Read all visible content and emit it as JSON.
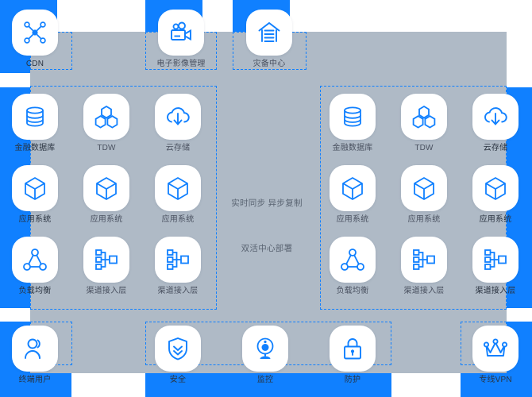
{
  "colors": {
    "accent_blue": "#1080FF",
    "panel_gray": "#AFBAC6",
    "tile_white": "#FFFFFF",
    "label_gray": "#4A5160",
    "frame_dashed": "#1080FF"
  },
  "center": {
    "sync_note": "实时同步  异步复制",
    "deploy_note": "双活中心部署"
  },
  "top_row": [
    {
      "label": "CDN",
      "icon": "cdn-network-icon"
    },
    {
      "label": "电子影像管理",
      "icon": "video-camera-icon"
    },
    {
      "label": "灾备中心",
      "icon": "disaster-recovery-house-icon"
    }
  ],
  "left_center": {
    "rows": [
      [
        {
          "label": "金融数据库",
          "icon": "database-icon"
        },
        {
          "label": "TDW",
          "icon": "hexagon-cluster-icon"
        },
        {
          "label": "云存储",
          "icon": "cloud-download-icon"
        }
      ],
      [
        {
          "label": "应用系统",
          "icon": "cube-icon"
        },
        {
          "label": "应用系统",
          "icon": "cube-icon"
        },
        {
          "label": "应用系统",
          "icon": "cube-icon"
        }
      ],
      [
        {
          "label": "负载均衡",
          "icon": "load-balancer-icon"
        },
        {
          "label": "渠道接入层",
          "icon": "tree-topology-icon"
        },
        {
          "label": "渠道接入层",
          "icon": "tree-topology-icon"
        }
      ]
    ]
  },
  "right_center": {
    "rows": [
      [
        {
          "label": "金融数据库",
          "icon": "database-icon"
        },
        {
          "label": "TDW",
          "icon": "hexagon-cluster-icon"
        },
        {
          "label": "云存储",
          "icon": "cloud-download-icon"
        }
      ],
      [
        {
          "label": "应用系统",
          "icon": "cube-icon"
        },
        {
          "label": "应用系统",
          "icon": "cube-icon"
        },
        {
          "label": "应用系统",
          "icon": "cube-icon"
        }
      ],
      [
        {
          "label": "负载均衡",
          "icon": "load-balancer-icon"
        },
        {
          "label": "渠道接入层",
          "icon": "tree-topology-icon"
        },
        {
          "label": "渠道接入层",
          "icon": "tree-topology-icon"
        }
      ]
    ]
  },
  "bottom_row": [
    {
      "label": "终端用户",
      "icon": "user-icon"
    },
    {
      "label": "安全",
      "icon": "shield-icon"
    },
    {
      "label": "监控",
      "icon": "camera-monitor-icon"
    },
    {
      "label": "防护",
      "icon": "lock-icon"
    },
    {
      "label": "专线VPN",
      "icon": "vpn-crown-icon"
    }
  ]
}
